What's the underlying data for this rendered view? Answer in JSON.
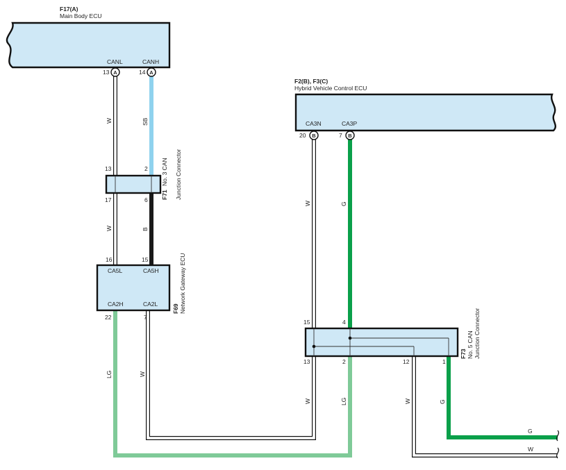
{
  "colors": {
    "box_fill": "#cfe8f6",
    "wire_SB": "#8fd2ee",
    "wire_B": "#1a1a1a",
    "wire_G": "#0aa04a",
    "wire_LG": "#7fca98",
    "wire_W": "#ffffff"
  },
  "main_body_ecu": {
    "code": "F17(A)",
    "name": "Main Body ECU",
    "pin_canl": "CANL",
    "pin_canh": "CANH",
    "num_canl": "13",
    "num_canh": "14",
    "conn": "A"
  },
  "hybrid_ecu": {
    "code": "F2(B), F3(C)",
    "name": "Hybrid Vehicle Control ECU",
    "pin_ca3n": "CA3N",
    "pin_ca3p": "CA3P",
    "num_ca3n": "20",
    "num_ca3p": "7",
    "conn": "B"
  },
  "junction3": {
    "code": "F71",
    "name1": "No. 3 CAN",
    "name2": "Junction Connector",
    "pins": {
      "p13": "13",
      "p2": "2",
      "p17": "17",
      "p6": "6"
    }
  },
  "gateway": {
    "code": "F69",
    "name": "Network Gateway ECU",
    "ca5l": "CA5L",
    "ca5h": "CA5H",
    "ca2h": "CA2H",
    "ca2l": "CA2L",
    "pins": {
      "p16": "16",
      "p15": "15",
      "p22": "22",
      "p7": "7"
    }
  },
  "junction5": {
    "code": "F73",
    "name1": "No. 5 CAN",
    "name2": "Junction Connector",
    "pins": {
      "p15": "15",
      "p4": "4",
      "p13": "13",
      "p2": "2",
      "p12": "12",
      "p1": "1"
    }
  },
  "wire_labels": {
    "w1": "W",
    "sb": "SB",
    "w2": "W",
    "b": "B",
    "w3": "W",
    "g1": "G",
    "lg1": "LG",
    "w4": "W",
    "w5": "W",
    "lg2": "LG",
    "w6": "W",
    "g2": "G",
    "g_right": "G",
    "w_right": "W"
  }
}
